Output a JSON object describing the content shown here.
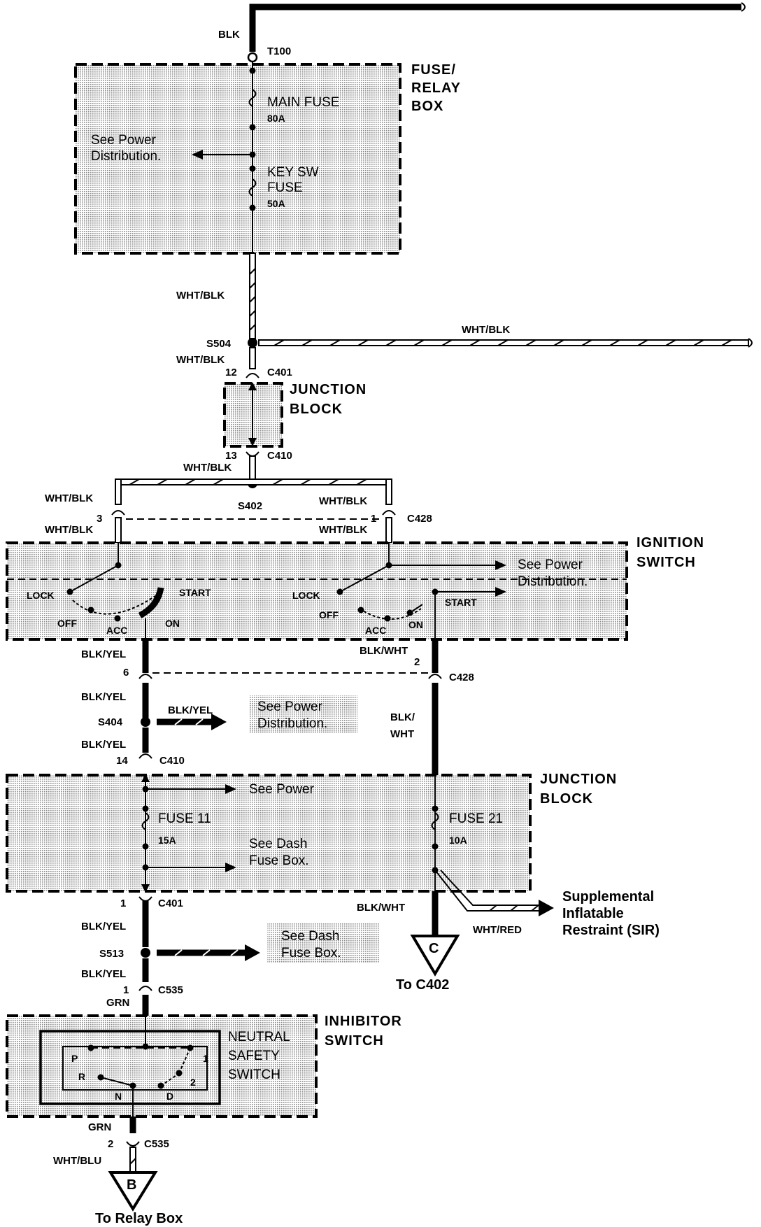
{
  "colors": {
    "ink": "#000000",
    "stipple": "#bdbdbd",
    "background": "#ffffff"
  },
  "boxes": {
    "fuse_relay": {
      "title_lines": [
        "FUSE/",
        "RELAY",
        "BOX"
      ],
      "main_fuse": "MAIN FUSE",
      "main_fuse_rating": "80A",
      "key_sw_line1": "KEY SW",
      "key_sw_line2": "FUSE",
      "key_sw_rating": "50A",
      "see_line1": "See Power",
      "see_line2": "Distribution."
    },
    "junction_top": {
      "title_lines": [
        "JUNCTION",
        "BLOCK"
      ]
    },
    "ignition": {
      "title_lines": [
        "IGNITION",
        "SWITCH"
      ],
      "lock_left": "LOCK",
      "off_left": "OFF",
      "acc_left": "ACC",
      "on_left": "ON",
      "start_left": "START",
      "lock_right": "LOCK",
      "off_right": "OFF",
      "acc_right": "ACC",
      "on_right": "ON",
      "start_right": "START",
      "see_line1": "See Power",
      "see_line2": "Distribution."
    },
    "junction_mid": {
      "title_lines": [
        "JUNCTION",
        "BLOCK"
      ],
      "see_power": "See Power",
      "fuse11": "FUSE 11",
      "fuse11_rating": "15A",
      "see_dash_line1": "See Dash",
      "see_dash_line2": "Fuse Box.",
      "fuse21": "FUSE 21",
      "fuse21_rating": "10A"
    },
    "inhibitor": {
      "title_lines": [
        "INHIBITOR",
        "SWITCH"
      ],
      "neutral_lines": [
        "NEUTRAL",
        "SAFETY",
        "SWITCH"
      ],
      "pos_p": "P",
      "pos_r": "R",
      "pos_n": "N",
      "pos_d": "D",
      "pos_1": "1",
      "pos_2": "2"
    }
  },
  "wires": {
    "blk": "BLK",
    "t100": "T100",
    "wht_blk": "WHT/BLK",
    "s504": "S504",
    "c401": "C401",
    "c410": "C410",
    "pin12": "12",
    "pin13": "13",
    "s402": "S402",
    "c428": "C428",
    "pin3": "3",
    "pin1": "1",
    "blk_yel": "BLK/YEL",
    "blk_wht": "BLK/WHT",
    "pin6": "6",
    "pin2": "2",
    "s404": "S404",
    "blk_slash": "BLK/",
    "wht": "WHT",
    "pin14": "14",
    "s513": "S513",
    "c535": "C535",
    "grn": "GRN",
    "wht_blu": "WHT/BLU",
    "wht_red": "WHT/RED"
  },
  "callouts": {
    "see_power_dist_line1": "See Power",
    "see_power_dist_line2": "Distribution.",
    "see_dash_line1": "See Dash",
    "see_dash_line2": "Fuse Box.",
    "sir_line1": "Supplemental",
    "sir_line2": "Inflatable",
    "sir_line3": "Restraint (SIR)"
  },
  "connectors": {
    "c_letter": "C",
    "c_text": "To C402",
    "b_letter": "B",
    "b_text": "To Relay Box"
  }
}
